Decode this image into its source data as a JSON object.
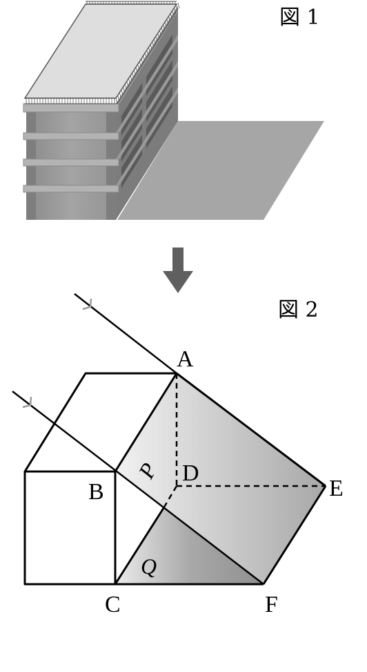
{
  "figure1": {
    "label": "図 1"
  },
  "figure2": {
    "label": "図 2"
  },
  "points": {
    "A": "A",
    "B": "B",
    "C": "C",
    "D": "D",
    "E": "E",
    "F": "F"
  },
  "regions": {
    "P": "P",
    "Q": "Q"
  },
  "colors": {
    "line": "#000000",
    "shadow": "#a6a6a6",
    "roof": "#dedede",
    "wall_front": "#9d9d9d",
    "wall_side": "#7d7d7d",
    "arrow": "#5f5f5f",
    "ray_arrow": "#9a9a9a"
  }
}
